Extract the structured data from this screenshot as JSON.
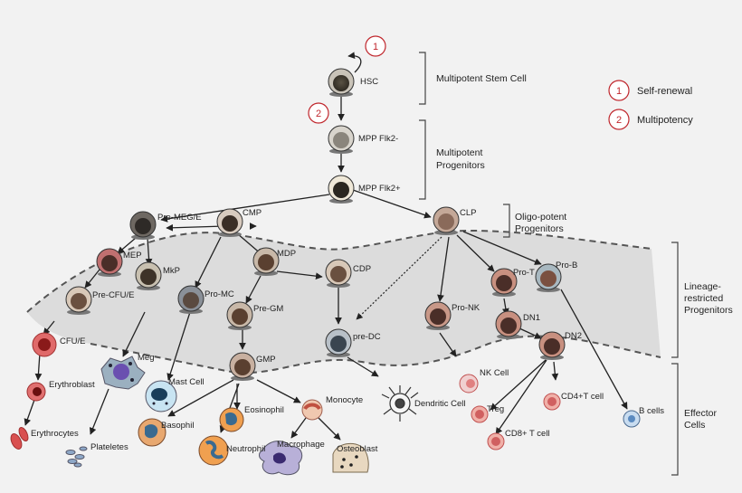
{
  "cells": {
    "hsc": "HSC",
    "mpp_flk2_minus": "MPP Flk2-",
    "mpp_flk2_plus": "MPP Flk2+",
    "pre_meg_e": "Pre-MEG/E",
    "cmp": "CMP",
    "clp": "CLP",
    "mep": "MEP",
    "mkp": "MkP",
    "pre_cfu_e": "Pre-CFU/E",
    "cfu_e": "CFU/E",
    "pro_mc": "Pro-MC",
    "mdp": "MDP",
    "cdp": "CDP",
    "pre_gm": "Pre-GM",
    "gmp": "GMP",
    "pre_dc": "pre-DC",
    "pro_nk": "Pro-NK",
    "pro_t": "Pro-T",
    "pro_b": "Pro-B",
    "dn1": "DN1",
    "dn2": "DN2",
    "erythroblast": "Erythroblast",
    "erythrocytes": "Erythrocytes",
    "meg": "Meg",
    "platelets": "Plateletes",
    "mast_cell": "Mast Cell",
    "basophil": "Basophil",
    "eosinophil": "Eosinophil",
    "neutrophil": "Neutrophil",
    "monocyte": "Monocyte",
    "macrophage": "Macrophage",
    "osteoblast": "Osteoblast",
    "dendritic_cell": "Dendritic Cell",
    "nk_cell": "NK Cell",
    "treg": "Treg",
    "cd8_t": "CD8+ T cell",
    "cd4_t": "CD4+T cell",
    "b_cells": "B cells"
  },
  "brackets": {
    "multipotent_stem": "Multipotent Stem Cell",
    "multipotent_progenitors_1": "Multipotent",
    "multipotent_progenitors_2": "Progenitors",
    "oligo_1": "Oligo-potent",
    "oligo_2": "Progenitors",
    "lineage_1": "Lineage-",
    "lineage_2": "restricted",
    "lineage_3": "Progenitors",
    "effector_1": "Effector",
    "effector_2": "Cells"
  },
  "legend": {
    "self_renewal_num": "1",
    "self_renewal": "Self-renewal",
    "multipotency_num": "2",
    "multipotency": "Multipotency"
  },
  "colors": {
    "accent_red": "#c0272d",
    "band_fill": "#dcdcdc"
  }
}
